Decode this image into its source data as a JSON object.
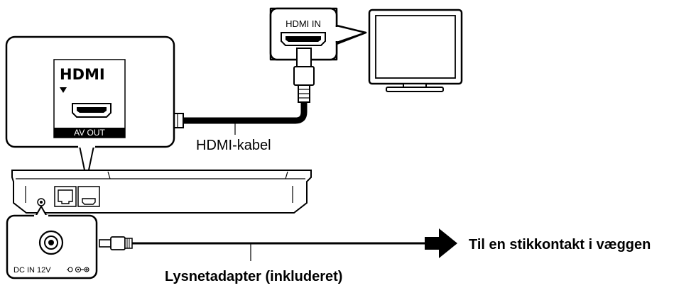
{
  "labels": {
    "hdmi_cable": "HDMI-kabel",
    "ac_adapter": "Lysnetadapter (inkluderet)",
    "wall_outlet": "Til en stikkontakt i væggen"
  },
  "tv": {
    "port_label": "HDMI IN"
  },
  "player": {
    "logo_text": "HDMI",
    "port_label": "AV OUT",
    "dc_label": "DC IN 12V"
  },
  "colors": {
    "line": "#000000",
    "panel_fill": "#ffffff"
  },
  "icons": [
    "hdmi-logo",
    "down-triangle-icon",
    "hdmi-port-icon",
    "lan-port-icon",
    "dc-jack-icon",
    "polarity-symbol-icon",
    "arrow-right-icon",
    "tv-icon",
    "blu-ray-player-icon"
  ]
}
